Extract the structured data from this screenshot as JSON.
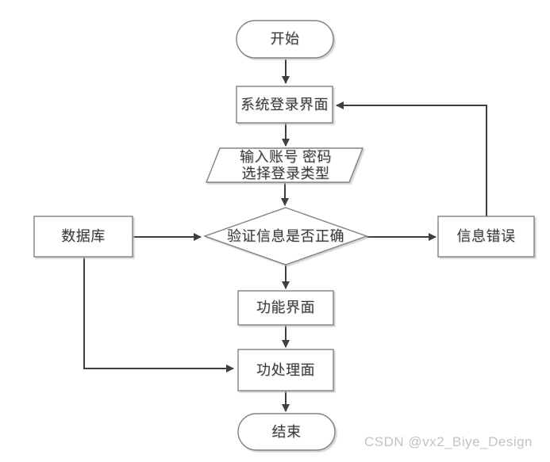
{
  "diagram": {
    "title_hint": "login-flowchart",
    "nodes": {
      "start": "开始",
      "login": "系统登录界面",
      "input_line1": "输入账号 密码",
      "input_line2": "选择登录类型",
      "verify": "验证信息是否正确",
      "database": "数据库",
      "error": "信息错误",
      "function": "功能界面",
      "process": "功处理面",
      "end": "结束"
    },
    "colors": {
      "connector": "#3f3f3f",
      "shape_border": "#808080",
      "shape_fill": "#ffffff",
      "text": "#3a3a3a",
      "watermark": "#c3c3c3",
      "background": "#ffffff"
    }
  },
  "watermark": {
    "text": "CSDN @vx2_Biye_Design"
  }
}
